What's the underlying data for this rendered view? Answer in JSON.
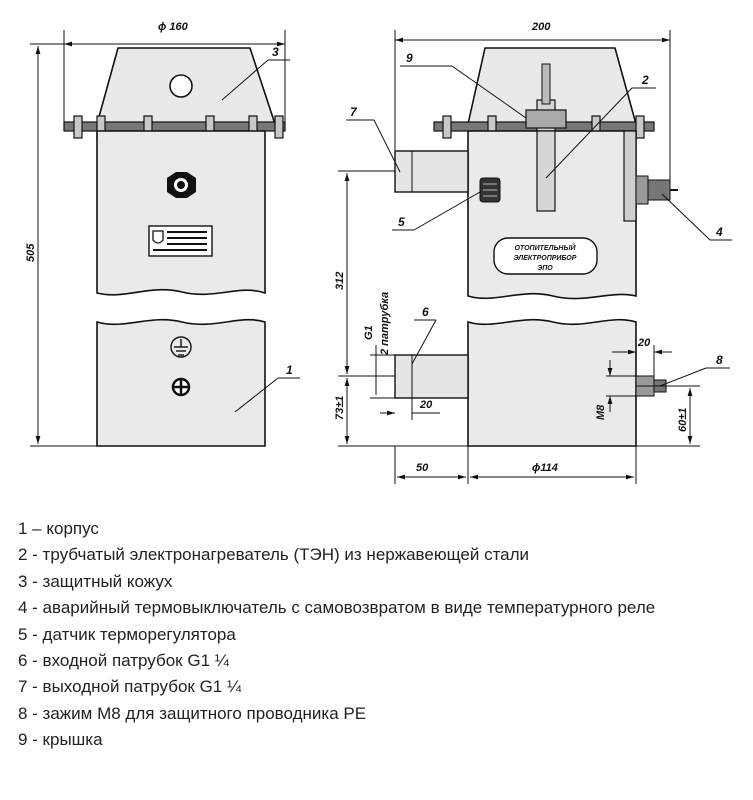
{
  "dimensions": {
    "diameter_160": "ϕ 160",
    "width_200": "200",
    "height_505": "505",
    "height_312": "312",
    "height_73": "73±1",
    "height_60": "60±1",
    "width_50": "50",
    "diameter_114": "ϕ114",
    "offset_20_pipe": "20",
    "offset_20_clamp": "20",
    "thread_g1": "G1",
    "pipe_2": "2 патрубка",
    "thread_m8": "M8"
  },
  "callouts": [
    "1",
    "2",
    "3",
    "4",
    "5",
    "6",
    "7",
    "8",
    "9"
  ],
  "nameplate": {
    "line1": "ОТОПИТЕЛЬНЫЙ",
    "line2": "ЭЛЕКТРОПРИБОР",
    "line3": "ЭПО"
  },
  "legend": [
    "1 – корпус",
    "2 - трубчатый электронагреватель (ТЭН) из нержавеющей стали",
    "3 - защитный кожух",
    "4 - аварийный термовыключатель с самовозвратом в виде температурного реле",
    "5 - датчик терморегулятора",
    "6 - входной патрубок G1 ¼",
    "7 - выходной патрубок G1 ¼",
    "8 - зажим М8 для защитного проводника PE",
    "9 - крышка"
  ]
}
